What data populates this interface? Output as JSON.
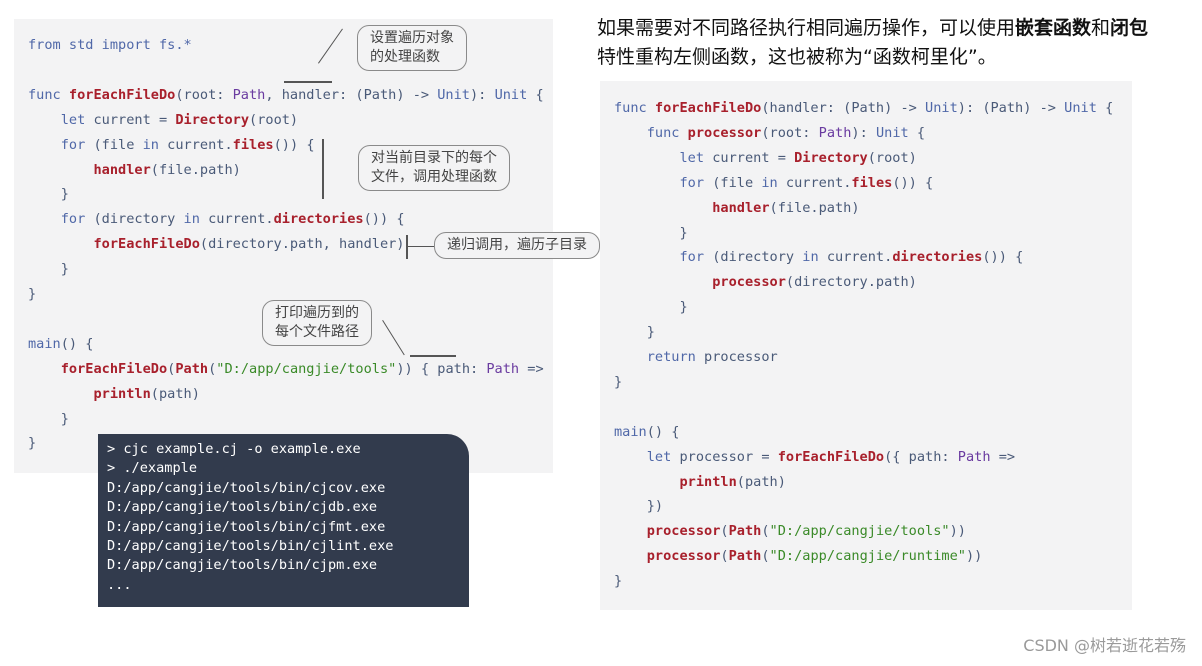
{
  "left_code": {
    "lines": [
      [
        [
          "from std import fs.*",
          "k"
        ]
      ],
      [],
      [
        [
          "func ",
          "k"
        ],
        [
          "forEachFileDo",
          "f"
        ],
        [
          "(root: ",
          "p"
        ],
        [
          "Path",
          "t"
        ],
        [
          ", handler: (Path) -> ",
          "p"
        ],
        [
          "Unit",
          "k"
        ],
        [
          "): ",
          "p"
        ],
        [
          "Unit",
          "k"
        ],
        [
          " {",
          "p"
        ]
      ],
      [
        [
          "    "
        ],
        [
          "let",
          "k"
        ],
        [
          " current = ",
          "p"
        ],
        [
          "Directory",
          "f"
        ],
        [
          "(root)",
          "p"
        ]
      ],
      [
        [
          "    "
        ],
        [
          "for",
          "k"
        ],
        [
          " (file ",
          "p"
        ],
        [
          "in",
          "k"
        ],
        [
          " current.",
          "p"
        ],
        [
          "files",
          "f"
        ],
        [
          "()) {",
          "p"
        ]
      ],
      [
        [
          "        "
        ],
        [
          "handler",
          "f"
        ],
        [
          "(file.path)",
          "p"
        ]
      ],
      [
        [
          "    }",
          "p"
        ]
      ],
      [
        [
          "    "
        ],
        [
          "for",
          "k"
        ],
        [
          " (directory ",
          "p"
        ],
        [
          "in",
          "k"
        ],
        [
          " current.",
          "p"
        ],
        [
          "directories",
          "f"
        ],
        [
          "()) {",
          "p"
        ]
      ],
      [
        [
          "        "
        ],
        [
          "forEachFileDo",
          "f"
        ],
        [
          "(directory.path, handler)",
          "p"
        ]
      ],
      [
        [
          "    }",
          "p"
        ]
      ],
      [
        [
          "}",
          "p"
        ]
      ],
      [],
      [
        [
          "main",
          "k"
        ],
        [
          "() {",
          "p"
        ]
      ],
      [
        [
          "    "
        ],
        [
          "forEachFileDo",
          "f"
        ],
        [
          "(",
          "p"
        ],
        [
          "Path",
          "f"
        ],
        [
          "(",
          "p"
        ],
        [
          "\"D:/app/cangjie/tools\"",
          "s"
        ],
        [
          ")) { path: ",
          "p"
        ],
        [
          "Path",
          "t"
        ],
        [
          " =>",
          "p"
        ]
      ],
      [
        [
          "        "
        ],
        [
          "println",
          "f"
        ],
        [
          "(path)",
          "p"
        ]
      ],
      [
        [
          "    }",
          "p"
        ]
      ],
      [
        [
          "}",
          "p"
        ]
      ]
    ]
  },
  "annotations": {
    "handler_note": "设置遍历对象\n的处理函数",
    "files_note": "对当前目录下的每个\n文件，调用处理函数",
    "recursion_note": "递归调用，遍历子目录",
    "print_note": "打印遍历到的\n每个文件路径"
  },
  "terminal": {
    "lines": [
      "> cjc example.cj -o example.exe",
      "> ./example",
      "D:/app/cangjie/tools/bin/cjcov.exe",
      "D:/app/cangjie/tools/bin/cjdb.exe",
      "D:/app/cangjie/tools/bin/cjfmt.exe",
      "D:/app/cangjie/tools/bin/cjlint.exe",
      "D:/app/cangjie/tools/bin/cjpm.exe",
      "..."
    ]
  },
  "heading": {
    "parts": [
      [
        "如果需要对不同路径执行相同遍历操作，可以使用",
        false
      ],
      [
        "嵌套函数",
        true
      ],
      [
        "和",
        false
      ],
      [
        "闭包",
        true
      ],
      [
        "特性重构左侧函数，这也被称为“函数柯里化”。",
        false
      ]
    ]
  },
  "right_code": {
    "lines": [
      [
        [
          "func ",
          "k"
        ],
        [
          "forEachFileDo",
          "f"
        ],
        [
          "(handler: (Path) -> ",
          "p"
        ],
        [
          "Unit",
          "k"
        ],
        [
          "): (Path) -> ",
          "p"
        ],
        [
          "Unit",
          "k"
        ],
        [
          " {",
          "p"
        ]
      ],
      [
        [
          "    "
        ],
        [
          "func ",
          "k"
        ],
        [
          "processor",
          "f"
        ],
        [
          "(root: ",
          "p"
        ],
        [
          "Path",
          "t"
        ],
        [
          "): ",
          "p"
        ],
        [
          "Unit",
          "k"
        ],
        [
          " {",
          "p"
        ]
      ],
      [
        [
          "        "
        ],
        [
          "let",
          "k"
        ],
        [
          " current = ",
          "p"
        ],
        [
          "Directory",
          "f"
        ],
        [
          "(root)",
          "p"
        ]
      ],
      [
        [
          "        "
        ],
        [
          "for",
          "k"
        ],
        [
          " (file ",
          "p"
        ],
        [
          "in",
          "k"
        ],
        [
          " current.",
          "p"
        ],
        [
          "files",
          "f"
        ],
        [
          "()) {",
          "p"
        ]
      ],
      [
        [
          "            "
        ],
        [
          "handler",
          "f"
        ],
        [
          "(file.path)",
          "p"
        ]
      ],
      [
        [
          "        }",
          "p"
        ]
      ],
      [
        [
          "        "
        ],
        [
          "for",
          "k"
        ],
        [
          " (directory ",
          "p"
        ],
        [
          "in",
          "k"
        ],
        [
          " current.",
          "p"
        ],
        [
          "directories",
          "f"
        ],
        [
          "()) {",
          "p"
        ]
      ],
      [
        [
          "            "
        ],
        [
          "processor",
          "f"
        ],
        [
          "(directory.path)",
          "p"
        ]
      ],
      [
        [
          "        }",
          "p"
        ]
      ],
      [
        [
          "    }",
          "p"
        ]
      ],
      [
        [
          "    "
        ],
        [
          "return",
          "k"
        ],
        [
          " processor",
          "p"
        ]
      ],
      [
        [
          "}",
          "p"
        ]
      ],
      [],
      [
        [
          "main",
          "k"
        ],
        [
          "() {",
          "p"
        ]
      ],
      [
        [
          "    "
        ],
        [
          "let",
          "k"
        ],
        [
          " processor = ",
          "p"
        ],
        [
          "forEachFileDo",
          "f"
        ],
        [
          "({ path: ",
          "p"
        ],
        [
          "Path",
          "t"
        ],
        [
          " =>",
          "p"
        ]
      ],
      [
        [
          "        "
        ],
        [
          "println",
          "f"
        ],
        [
          "(path)",
          "p"
        ]
      ],
      [
        [
          "    })",
          "p"
        ]
      ],
      [
        [
          "    "
        ],
        [
          "processor",
          "f"
        ],
        [
          "(",
          "p"
        ],
        [
          "Path",
          "f"
        ],
        [
          "(",
          "p"
        ],
        [
          "\"D:/app/cangjie/tools\"",
          "s"
        ],
        [
          "))",
          "p"
        ]
      ],
      [
        [
          "    "
        ],
        [
          "processor",
          "f"
        ],
        [
          "(",
          "p"
        ],
        [
          "Path",
          "f"
        ],
        [
          "(",
          "p"
        ],
        [
          "\"D:/app/cangjie/runtime\"",
          "s"
        ],
        [
          "))",
          "p"
        ]
      ],
      [
        [
          "}",
          "p"
        ]
      ]
    ]
  },
  "watermark": "CSDN @树若逝花若殇"
}
